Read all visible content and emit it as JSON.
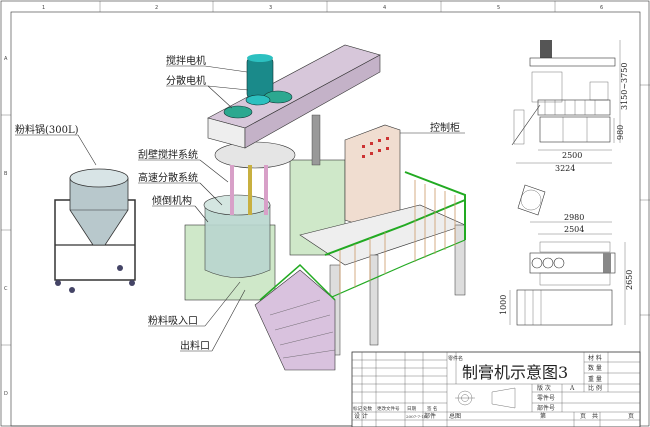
{
  "border": {
    "columns": [
      "1",
      "2",
      "3",
      "4",
      "5",
      "6"
    ],
    "rows": [
      "A",
      "B",
      "C",
      "D"
    ]
  },
  "labels": {
    "mixing_motor": "搅拌电机",
    "dispersing_motor": "分散电机",
    "powder_pot": "粉料锅(300L)",
    "wall_scraping_system": "刮壁搅拌系统",
    "high_speed_dispersion": "高速分散系统",
    "tilting_mechanism": "倾倒机构",
    "control_cabinet": "控制柜",
    "powder_inlet": "粉料吸入口",
    "outlet": "出料口"
  },
  "dimensions": {
    "height_range": "3150~3750",
    "platform_height": "980",
    "frame_width": "2500",
    "total_width": "3224",
    "top_width_outer": "2980",
    "top_width_inner": "2504",
    "depth": "2650",
    "stair_depth": "1000"
  },
  "title_block": {
    "part_name_label": "零件名",
    "title": "制膏机示意图3",
    "material": "材  料",
    "quantity": "数  量",
    "weight": "重  量",
    "revision_label": "版  次",
    "revision": "A",
    "scale_label": "比  例",
    "part_no": "零件号",
    "assembly_no": "部件号",
    "mark": "标记",
    "count": "处数",
    "change_doc": "更改文件号",
    "date_col": "日期",
    "signature": "签 名",
    "design": "设  计",
    "date": "2007-7-10",
    "component": "部件",
    "assembly": "总图",
    "sheet": "第",
    "page1": "页",
    "total": "共",
    "page2": "页"
  }
}
